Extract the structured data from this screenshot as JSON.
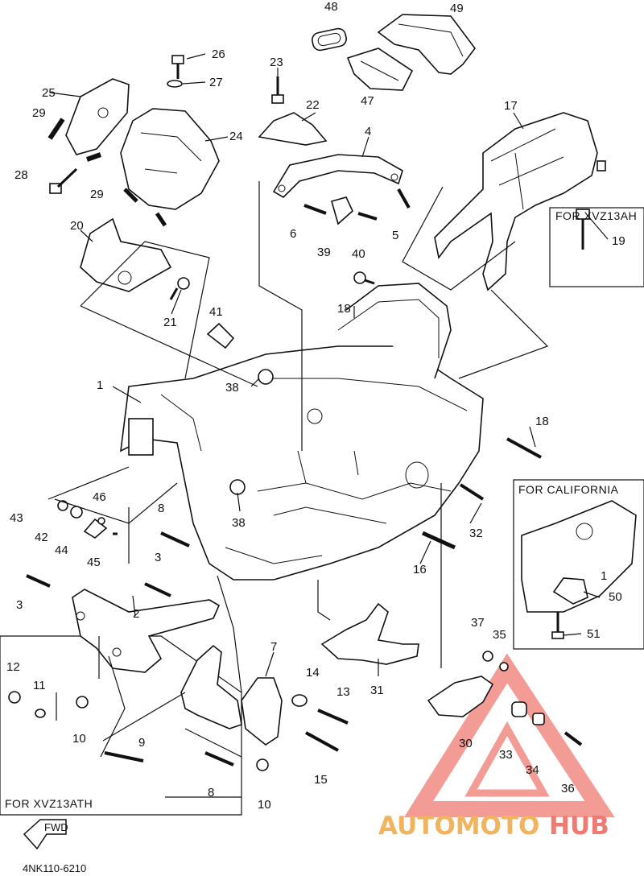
{
  "diagram": {
    "callouts": [
      {
        "id": "c1",
        "text": "1"
      },
      {
        "id": "c2",
        "text": "2"
      },
      {
        "id": "c3a",
        "text": "3"
      },
      {
        "id": "c3b",
        "text": "3"
      },
      {
        "id": "c4",
        "text": "4"
      },
      {
        "id": "c5",
        "text": "5"
      },
      {
        "id": "c6",
        "text": "6"
      },
      {
        "id": "c7",
        "text": "7"
      },
      {
        "id": "c8a",
        "text": "8"
      },
      {
        "id": "c8b",
        "text": "8"
      },
      {
        "id": "c9",
        "text": "9"
      },
      {
        "id": "c10a",
        "text": "10"
      },
      {
        "id": "c10b",
        "text": "10"
      },
      {
        "id": "c11",
        "text": "11"
      },
      {
        "id": "c12",
        "text": "12"
      },
      {
        "id": "c13",
        "text": "13"
      },
      {
        "id": "c14",
        "text": "14"
      },
      {
        "id": "c15",
        "text": "15"
      },
      {
        "id": "c16",
        "text": "16"
      },
      {
        "id": "c17",
        "text": "17"
      },
      {
        "id": "c18a",
        "text": "18"
      },
      {
        "id": "c18b",
        "text": "18"
      },
      {
        "id": "c19",
        "text": "19"
      },
      {
        "id": "c20",
        "text": "20"
      },
      {
        "id": "c21",
        "text": "21"
      },
      {
        "id": "c22",
        "text": "22"
      },
      {
        "id": "c23",
        "text": "23"
      },
      {
        "id": "c24",
        "text": "24"
      },
      {
        "id": "c25",
        "text": "25"
      },
      {
        "id": "c26",
        "text": "26"
      },
      {
        "id": "c27",
        "text": "27"
      },
      {
        "id": "c28",
        "text": "28"
      },
      {
        "id": "c29a",
        "text": "29"
      },
      {
        "id": "c29b",
        "text": "29"
      },
      {
        "id": "c30",
        "text": "30"
      },
      {
        "id": "c31",
        "text": "31"
      },
      {
        "id": "c32",
        "text": "32"
      },
      {
        "id": "c33",
        "text": "33"
      },
      {
        "id": "c34",
        "text": "34"
      },
      {
        "id": "c35",
        "text": "35"
      },
      {
        "id": "c36",
        "text": "36"
      },
      {
        "id": "c37",
        "text": "37"
      },
      {
        "id": "c38a",
        "text": "38"
      },
      {
        "id": "c38b",
        "text": "38"
      },
      {
        "id": "c39",
        "text": "39"
      },
      {
        "id": "c40",
        "text": "40"
      },
      {
        "id": "c41",
        "text": "41"
      },
      {
        "id": "c42",
        "text": "42"
      },
      {
        "id": "c43",
        "text": "43"
      },
      {
        "id": "c44",
        "text": "44"
      },
      {
        "id": "c45",
        "text": "45"
      },
      {
        "id": "c46",
        "text": "46"
      },
      {
        "id": "c47",
        "text": "47"
      },
      {
        "id": "c48",
        "text": "48"
      },
      {
        "id": "c49",
        "text": "49"
      },
      {
        "id": "c50",
        "text": "50"
      },
      {
        "id": "c51",
        "text": "51"
      },
      {
        "id": "c1b",
        "text": "1"
      }
    ],
    "labels": {
      "for_xvz13ah": "FOR XVZ13AH",
      "for_california": "FOR CALIFORNIA",
      "for_xvz13ath": "FOR XVZ13ATH",
      "fwd": "FWD",
      "drawing_code": "4NK110-6210"
    }
  },
  "watermark": {
    "brand_part1": "AUTOMOTO",
    "brand_part2": "HUB",
    "color_primary": "#ef7a72",
    "color_secondary": "#f2b35f"
  }
}
